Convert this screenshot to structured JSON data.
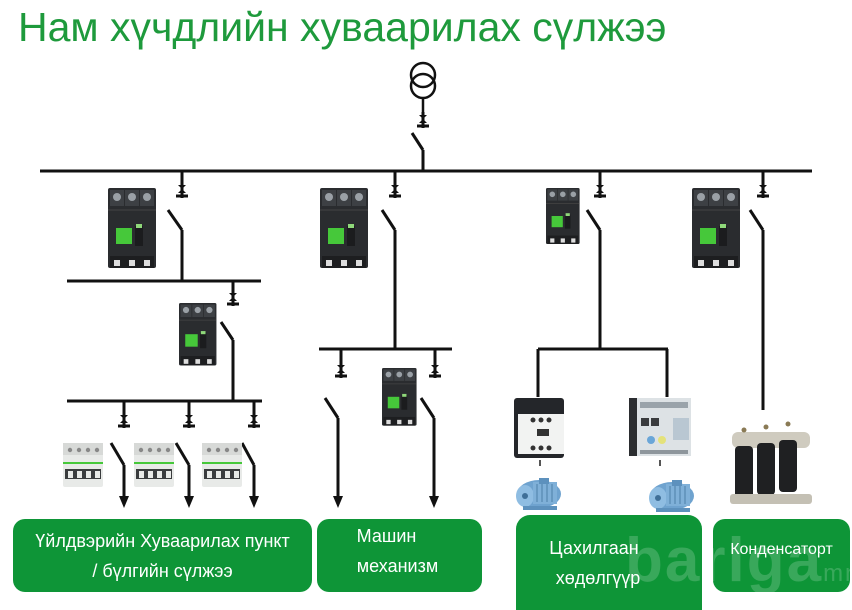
{
  "title": "Нам хүчдлийн хуваарилах сүлжээ",
  "colors": {
    "title_green": "#1e9a3c",
    "box_green": "#0e9537",
    "line_black": "#111111",
    "breaker_body": "#2a2c2f",
    "breaker_label": "#46c83a",
    "mcb_body": "#e8eae8",
    "motor_blue": "#6fa3cf"
  },
  "components": {
    "transformer": "transformer-icon",
    "main_switch": "switch-icon",
    "disconnector": "disconnector-icon",
    "mccb": "molded-case-breaker",
    "mcb": "miniature-circuit-breaker",
    "contactor": "contactor",
    "soft_starter": "motor-starter",
    "motor": "electric-motor",
    "capacitor": "capacitor-bank"
  },
  "boxes": [
    {
      "id": "distribution",
      "lines": [
        "Үйлдвэрийн Хуваарилах пункт",
        "/ бүлгийн сүлжээ"
      ]
    },
    {
      "id": "machine",
      "lines": [
        "Машин",
        "механизм"
      ]
    },
    {
      "id": "motor",
      "lines": [
        "Цахилгаан",
        "хөдөлгүүр"
      ]
    },
    {
      "id": "capacitor",
      "lines": [
        "Конденсаторт"
      ]
    }
  ],
  "watermark": {
    "main": "barlga",
    "suffix": "mn"
  }
}
